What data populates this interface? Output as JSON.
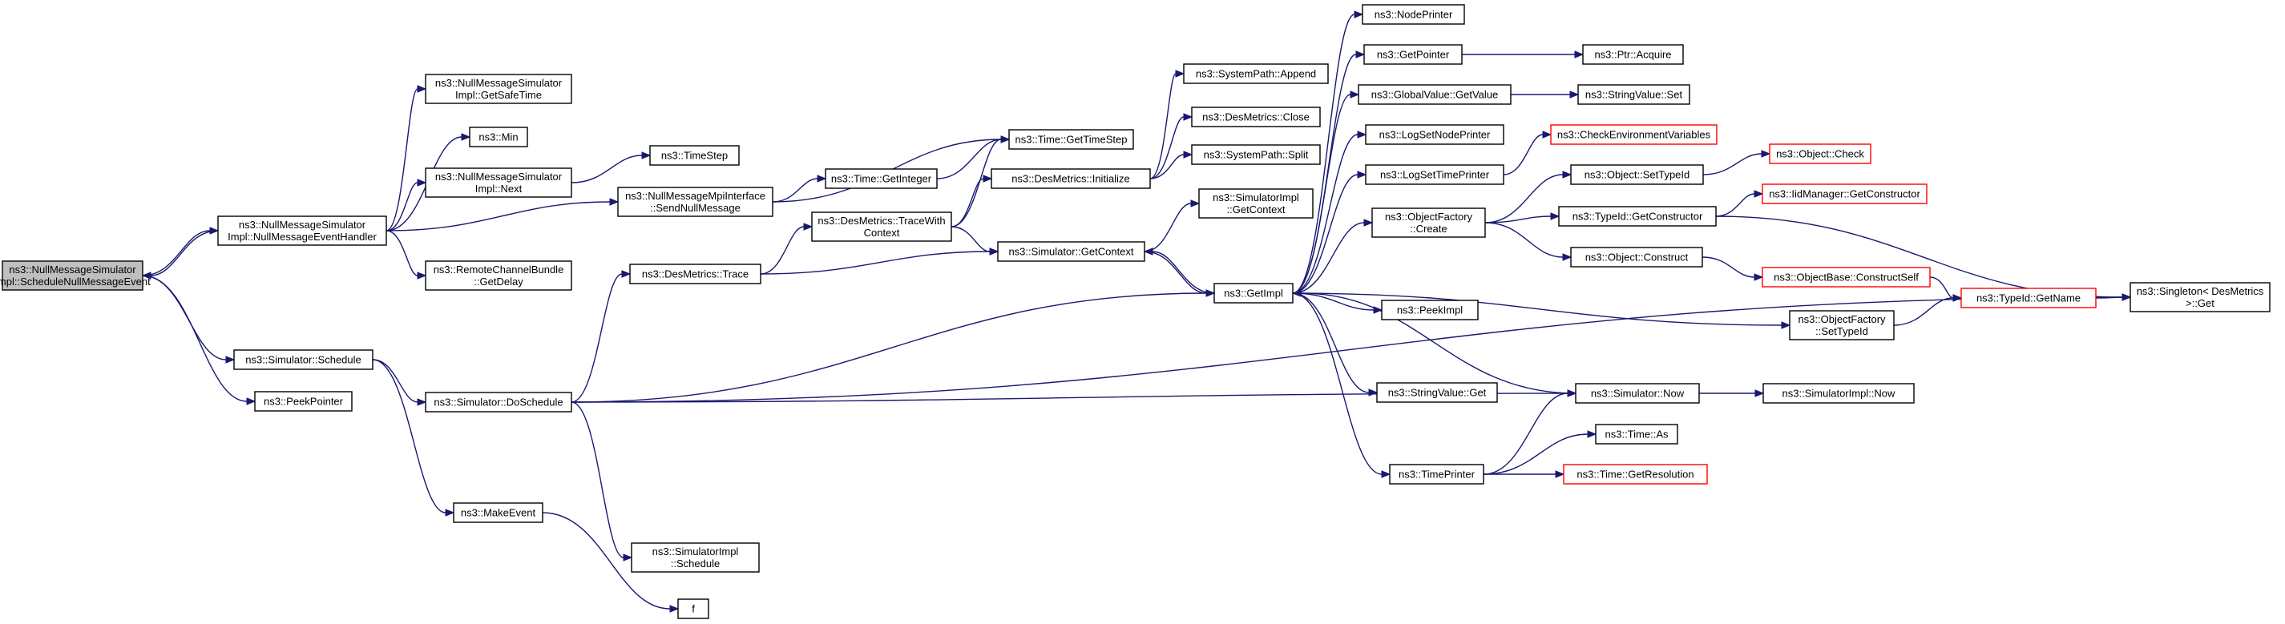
{
  "title": "",
  "colors": {
    "edge": "#191970",
    "node_border": "#000000",
    "node_border_truncated": "#ff0000",
    "root_fill": "#bfbfbf",
    "node_fill": "#ffffff",
    "background": "#ffffff"
  },
  "nodes": [
    {
      "id": "root",
      "lines": [
        "ns3::NullMessageSimulator",
        "Impl::ScheduleNullMessageEvent"
      ],
      "style": "root"
    },
    {
      "id": "nmEvtHandler",
      "lines": [
        "ns3::NullMessageSimulator",
        "Impl::NullMessageEventHandler"
      ],
      "style": "normal"
    },
    {
      "id": "getSafeTime",
      "lines": [
        "ns3::NullMessageSimulator",
        "Impl::GetSafeTime"
      ],
      "style": "normal"
    },
    {
      "id": "min",
      "lines": [
        "ns3::Min"
      ],
      "style": "normal"
    },
    {
      "id": "next",
      "lines": [
        "ns3::NullMessageSimulator",
        "Impl::Next"
      ],
      "style": "normal"
    },
    {
      "id": "timeStep",
      "lines": [
        "ns3::TimeStep"
      ],
      "style": "normal"
    },
    {
      "id": "remoteDelay",
      "lines": [
        "ns3::RemoteChannelBundle",
        "::GetDelay"
      ],
      "style": "normal"
    },
    {
      "id": "sendNull",
      "lines": [
        "ns3::NullMessageMpiInterface",
        "::SendNullMessage"
      ],
      "style": "normal"
    },
    {
      "id": "timeGetInteger",
      "lines": [
        "ns3::Time::GetInteger"
      ],
      "style": "normal"
    },
    {
      "id": "timeGetTimeStep",
      "lines": [
        "ns3::Time::GetTimeStep"
      ],
      "style": "normal"
    },
    {
      "id": "desTraceWith",
      "lines": [
        "ns3::DesMetrics::TraceWith",
        "Context"
      ],
      "style": "normal"
    },
    {
      "id": "desTrace",
      "lines": [
        "ns3::DesMetrics::Trace"
      ],
      "style": "normal"
    },
    {
      "id": "desInit",
      "lines": [
        "ns3::DesMetrics::Initialize"
      ],
      "style": "normal"
    },
    {
      "id": "sysAppend",
      "lines": [
        "ns3::SystemPath::Append"
      ],
      "style": "normal"
    },
    {
      "id": "desClose",
      "lines": [
        "ns3::DesMetrics::Close"
      ],
      "style": "normal"
    },
    {
      "id": "sysSplit",
      "lines": [
        "ns3::SystemPath::Split"
      ],
      "style": "normal"
    },
    {
      "id": "simImplGetCtx",
      "lines": [
        "ns3::SimulatorImpl",
        "::GetContext"
      ],
      "style": "normal"
    },
    {
      "id": "simGetCtx",
      "lines": [
        "ns3::Simulator::GetContext"
      ],
      "style": "normal"
    },
    {
      "id": "getImpl",
      "lines": [
        "ns3::GetImpl"
      ],
      "style": "normal"
    },
    {
      "id": "simSchedule",
      "lines": [
        "ns3::Simulator::Schedule"
      ],
      "style": "normal"
    },
    {
      "id": "peekPointer",
      "lines": [
        "ns3::PeekPointer"
      ],
      "style": "normal"
    },
    {
      "id": "doSchedule",
      "lines": [
        "ns3::Simulator::DoSchedule"
      ],
      "style": "normal"
    },
    {
      "id": "makeEvent",
      "lines": [
        "ns3::MakeEvent"
      ],
      "style": "normal"
    },
    {
      "id": "simImplSchedule",
      "lines": [
        "ns3::SimulatorImpl",
        "::Schedule"
      ],
      "style": "normal"
    },
    {
      "id": "f",
      "lines": [
        "f"
      ],
      "style": "normal"
    },
    {
      "id": "nodePrinter",
      "lines": [
        "ns3::NodePrinter"
      ],
      "style": "normal"
    },
    {
      "id": "getPointer",
      "lines": [
        "ns3::GetPointer"
      ],
      "style": "normal"
    },
    {
      "id": "ptrAcquire",
      "lines": [
        "ns3::Ptr::Acquire"
      ],
      "style": "normal"
    },
    {
      "id": "gvGetValue",
      "lines": [
        "ns3::GlobalValue::GetValue"
      ],
      "style": "normal"
    },
    {
      "id": "svSet",
      "lines": [
        "ns3::StringValue::Set"
      ],
      "style": "normal"
    },
    {
      "id": "logSetNodePrinter",
      "lines": [
        "ns3::LogSetNodePrinter"
      ],
      "style": "normal"
    },
    {
      "id": "checkEnv",
      "lines": [
        "ns3::CheckEnvironmentVariables"
      ],
      "style": "red"
    },
    {
      "id": "logSetTimePrinter",
      "lines": [
        "ns3::LogSetTimePrinter"
      ],
      "style": "normal"
    },
    {
      "id": "objSetTypeId",
      "lines": [
        "ns3::Object::SetTypeId"
      ],
      "style": "normal"
    },
    {
      "id": "objCheck",
      "lines": [
        "ns3::Object::Check"
      ],
      "style": "red"
    },
    {
      "id": "ofCreate",
      "lines": [
        "ns3::ObjectFactory",
        "::Create"
      ],
      "style": "normal"
    },
    {
      "id": "typeIdGetCtor",
      "lines": [
        "ns3::TypeId::GetConstructor"
      ],
      "style": "normal"
    },
    {
      "id": "iidMgrGetCtor",
      "lines": [
        "ns3::IidManager::GetConstructor"
      ],
      "style": "red"
    },
    {
      "id": "objConstruct",
      "lines": [
        "ns3::Object::Construct"
      ],
      "style": "normal"
    },
    {
      "id": "objBaseConstructSelf",
      "lines": [
        "ns3::ObjectBase::ConstructSelf"
      ],
      "style": "red"
    },
    {
      "id": "typeIdGetName",
      "lines": [
        "ns3::TypeId::GetName"
      ],
      "style": "red"
    },
    {
      "id": "singletonGet",
      "lines": [
        "ns3::Singleton< DesMetrics",
        " >::Get"
      ],
      "style": "normal"
    },
    {
      "id": "peekImpl",
      "lines": [
        "ns3::PeekImpl"
      ],
      "style": "normal"
    },
    {
      "id": "ofSetTypeId",
      "lines": [
        "ns3::ObjectFactory",
        "::SetTypeId"
      ],
      "style": "normal"
    },
    {
      "id": "svGet",
      "lines": [
        "ns3::StringValue::Get"
      ],
      "style": "normal"
    },
    {
      "id": "simNow",
      "lines": [
        "ns3::Simulator::Now"
      ],
      "style": "normal"
    },
    {
      "id": "simImplNow",
      "lines": [
        "ns3::SimulatorImpl::Now"
      ],
      "style": "normal"
    },
    {
      "id": "timeAs",
      "lines": [
        "ns3::Time::As"
      ],
      "style": "normal"
    },
    {
      "id": "timePrinter",
      "lines": [
        "ns3::TimePrinter"
      ],
      "style": "normal"
    },
    {
      "id": "timeGetRes",
      "lines": [
        "ns3::Time::GetResolution"
      ],
      "style": "red"
    }
  ]
}
